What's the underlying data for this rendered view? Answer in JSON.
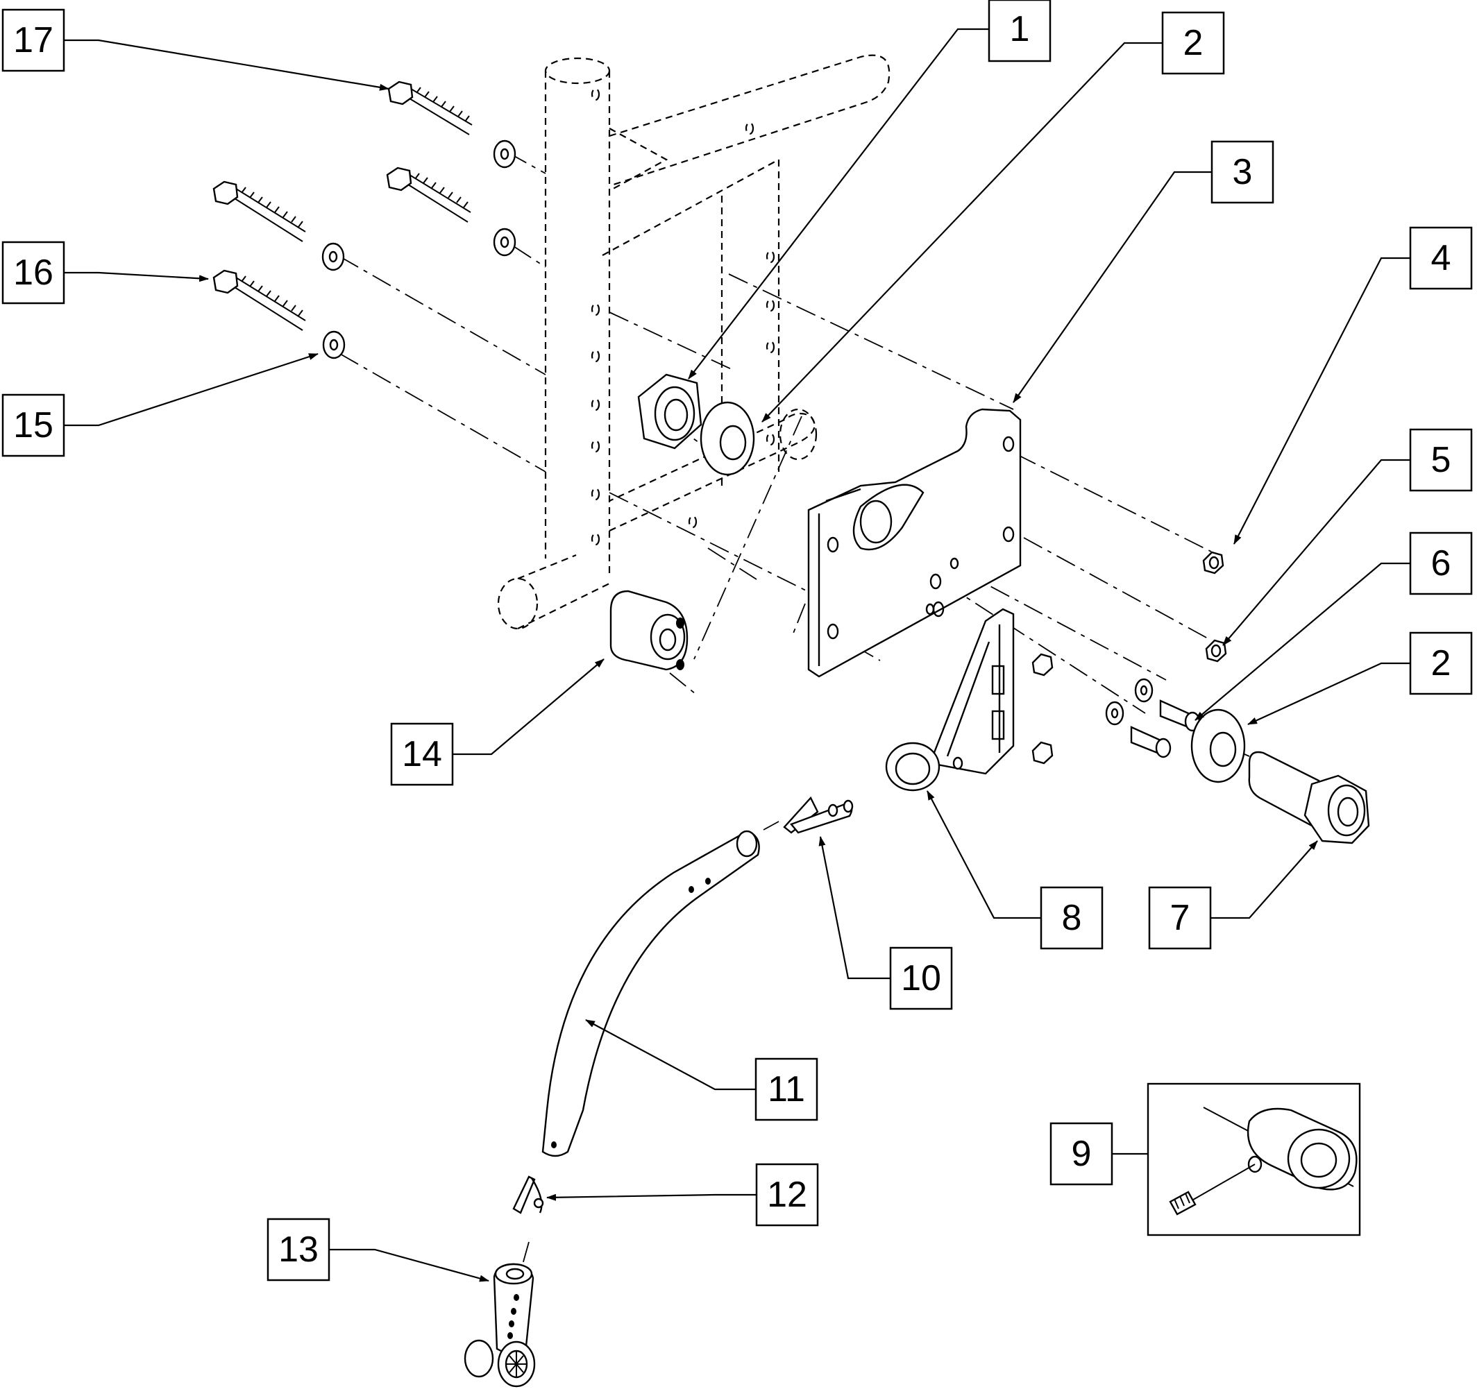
{
  "diagram": {
    "callouts": [
      {
        "id": "c17",
        "text": "17"
      },
      {
        "id": "c1",
        "text": "1"
      },
      {
        "id": "c2a",
        "text": "2"
      },
      {
        "id": "c3",
        "text": "3"
      },
      {
        "id": "c16",
        "text": "16"
      },
      {
        "id": "c4",
        "text": "4"
      },
      {
        "id": "c15",
        "text": "15"
      },
      {
        "id": "c5",
        "text": "5"
      },
      {
        "id": "c6",
        "text": "6"
      },
      {
        "id": "c2b",
        "text": "2"
      },
      {
        "id": "c14",
        "text": "14"
      },
      {
        "id": "c8",
        "text": "8"
      },
      {
        "id": "c7",
        "text": "7"
      },
      {
        "id": "c10",
        "text": "10"
      },
      {
        "id": "c11",
        "text": "11"
      },
      {
        "id": "c9",
        "text": "9"
      },
      {
        "id": "c12",
        "text": "12"
      },
      {
        "id": "c13",
        "text": "13"
      }
    ],
    "colors": {
      "line": "#000000",
      "background": "#ffffff"
    }
  }
}
